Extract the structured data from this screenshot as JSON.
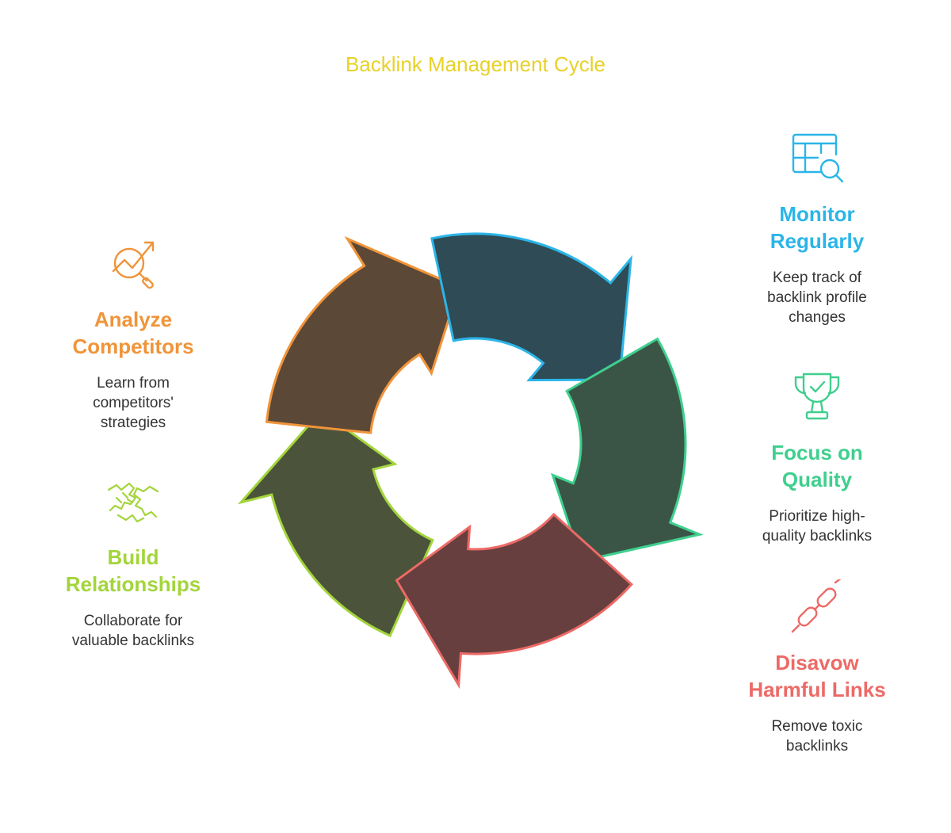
{
  "title": "Backlink Management Cycle",
  "colors": {
    "title": "#e8d12a",
    "analyze": "#f0943a",
    "monitor": "#2bb5e8",
    "quality": "#3fcf8e",
    "disavow": "#ec6a66",
    "build": "#a3d53b"
  },
  "steps": {
    "analyze": {
      "heading_line1": "Analyze",
      "heading_line2": "Competitors",
      "desc_line1": "Learn from",
      "desc_line2": "competitors'",
      "desc_line3": "strategies",
      "icon": "chart-magnifier-icon"
    },
    "monitor": {
      "heading_line1": "Monitor",
      "heading_line2": "Regularly",
      "desc_line1": "Keep track of",
      "desc_line2": "backlink profile",
      "desc_line3": "changes",
      "icon": "table-search-icon"
    },
    "quality": {
      "heading_line1": "Focus on",
      "heading_line2": "Quality",
      "desc_line1": "Prioritize high-",
      "desc_line2": "quality backlinks",
      "icon": "trophy-check-icon"
    },
    "disavow": {
      "heading_line1": "Disavow",
      "heading_line2": "Harmful Links",
      "desc_line1": "Remove toxic",
      "desc_line2": "backlinks",
      "icon": "broken-chain-icon"
    },
    "build": {
      "heading_line1": "Build",
      "heading_line2": "Relationships",
      "desc_line1": "Collaborate for",
      "desc_line2": "valuable backlinks",
      "icon": "handshake-icon"
    }
  }
}
